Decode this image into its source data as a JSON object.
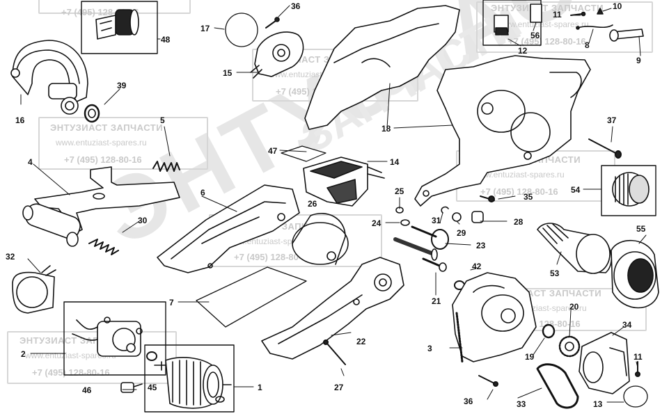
{
  "watermark": {
    "title": "ЭНТУЗИАСТ ЗАПЧАСТИ",
    "url": "www.entuziast-spares.ru",
    "phone": "+7 (495) 128-80-16",
    "big_logo": "ЭНТУЗИАСТ",
    "big_logo_small": "ЗАПЧАСТИ",
    "color": "#c9c9c9"
  },
  "labels": [
    {
      "id": "1",
      "text": "1"
    },
    {
      "id": "2",
      "text": "2"
    },
    {
      "id": "3",
      "text": "3"
    },
    {
      "id": "4",
      "text": "4"
    },
    {
      "id": "5",
      "text": "5"
    },
    {
      "id": "6",
      "text": "6"
    },
    {
      "id": "7",
      "text": "7"
    },
    {
      "id": "8",
      "text": "8"
    },
    {
      "id": "9",
      "text": "9"
    },
    {
      "id": "10",
      "text": "10"
    },
    {
      "id": "11a",
      "text": "11"
    },
    {
      "id": "11b",
      "text": "11"
    },
    {
      "id": "12",
      "text": "12"
    },
    {
      "id": "13",
      "text": "13"
    },
    {
      "id": "14",
      "text": "14"
    },
    {
      "id": "15",
      "text": "15"
    },
    {
      "id": "16",
      "text": "16"
    },
    {
      "id": "17",
      "text": "17"
    },
    {
      "id": "18",
      "text": "18"
    },
    {
      "id": "19",
      "text": "19"
    },
    {
      "id": "20",
      "text": "20"
    },
    {
      "id": "21",
      "text": "21"
    },
    {
      "id": "22",
      "text": "22"
    },
    {
      "id": "23",
      "text": "23"
    },
    {
      "id": "24",
      "text": "24"
    },
    {
      "id": "25",
      "text": "25"
    },
    {
      "id": "26",
      "text": "26"
    },
    {
      "id": "27",
      "text": "27"
    },
    {
      "id": "28",
      "text": "28"
    },
    {
      "id": "29",
      "text": "29"
    },
    {
      "id": "30",
      "text": "30"
    },
    {
      "id": "31",
      "text": "31"
    },
    {
      "id": "32",
      "text": "32"
    },
    {
      "id": "33",
      "text": "33"
    },
    {
      "id": "34",
      "text": "34"
    },
    {
      "id": "35",
      "text": "35"
    },
    {
      "id": "36a",
      "text": "36"
    },
    {
      "id": "36b",
      "text": "36"
    },
    {
      "id": "37",
      "text": "37"
    },
    {
      "id": "39",
      "text": "39"
    },
    {
      "id": "42",
      "text": "42"
    },
    {
      "id": "45",
      "text": "45"
    },
    {
      "id": "46",
      "text": "46"
    },
    {
      "id": "47",
      "text": "47"
    },
    {
      "id": "48",
      "text": "48"
    },
    {
      "id": "53",
      "text": "53"
    },
    {
      "id": "54",
      "text": "54"
    },
    {
      "id": "55",
      "text": "55"
    },
    {
      "id": "56",
      "text": "56"
    }
  ]
}
